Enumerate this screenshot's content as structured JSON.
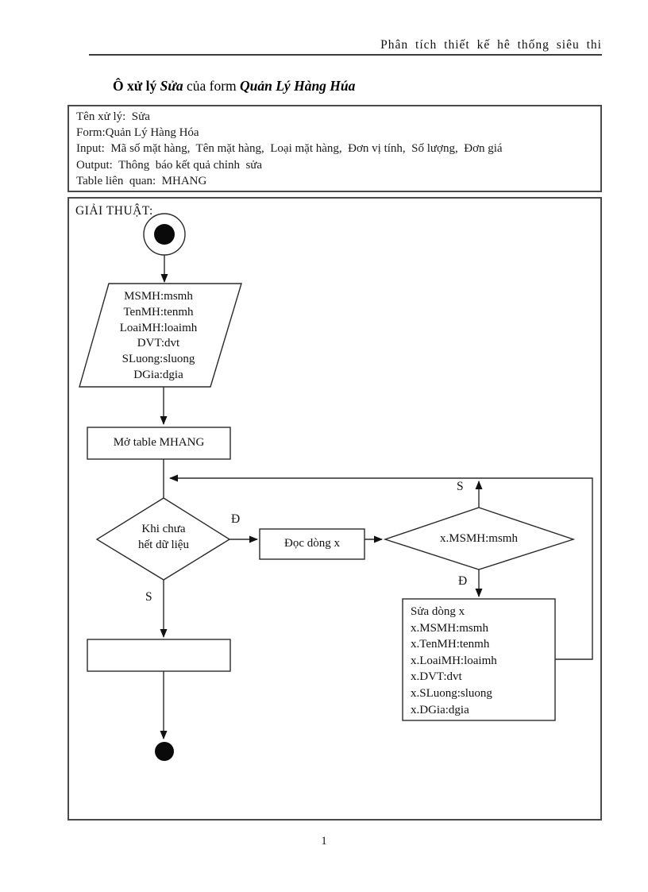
{
  "page": {
    "header": "Phân tích thiết kế hê thống siêu thi",
    "page_number": "1"
  },
  "title": {
    "prefix": "Ô xử lý ",
    "action": "Sửa",
    "middle": " của form ",
    "form_name": "Quản Lý Hàng Húa"
  },
  "info_box": {
    "lines": [
      "Tên xử lý:  Sửa",
      "Form:Quản Lý Hàng Hóa",
      "Input:  Mã số mặt hàng,  Tên mặt hàng,  Loại mặt hàng,  Đơn vị tính,  Số lượng,  Đơn giá",
      "Output:  Thông  báo kết quả chỉnh  sửa",
      "Table liên  quan:  MHANG"
    ]
  },
  "flowchart": {
    "section_label": "GIẢI THUẬT:",
    "input_parallelogram": {
      "lines": [
        "MSMH:msmh",
        "TenMH:tenmh",
        "LoaiMH:loaimh",
        "DVT:dvt",
        "SLuong:sluong",
        "DGia:dgia"
      ]
    },
    "open_table_step": "Mở table MHANG",
    "decision_loop": {
      "line1": "Khi chưa",
      "line2": "hết dữ liệu",
      "yes_label": "Đ",
      "no_label": "S"
    },
    "read_row_step": "Đọc dòng x",
    "decision_match": {
      "condition": "x.MSMH:msmh",
      "yes_label": "Đ",
      "no_label": "S"
    },
    "update_box": {
      "lines": [
        "Sửa dòng x",
        "x.MSMH:msmh",
        "x.TenMH:tenmh",
        "x.LoaiMH:loaimh",
        "x.DVT:dvt",
        "x.SLuong:sluong",
        "x.DGia:dgia"
      ]
    }
  }
}
